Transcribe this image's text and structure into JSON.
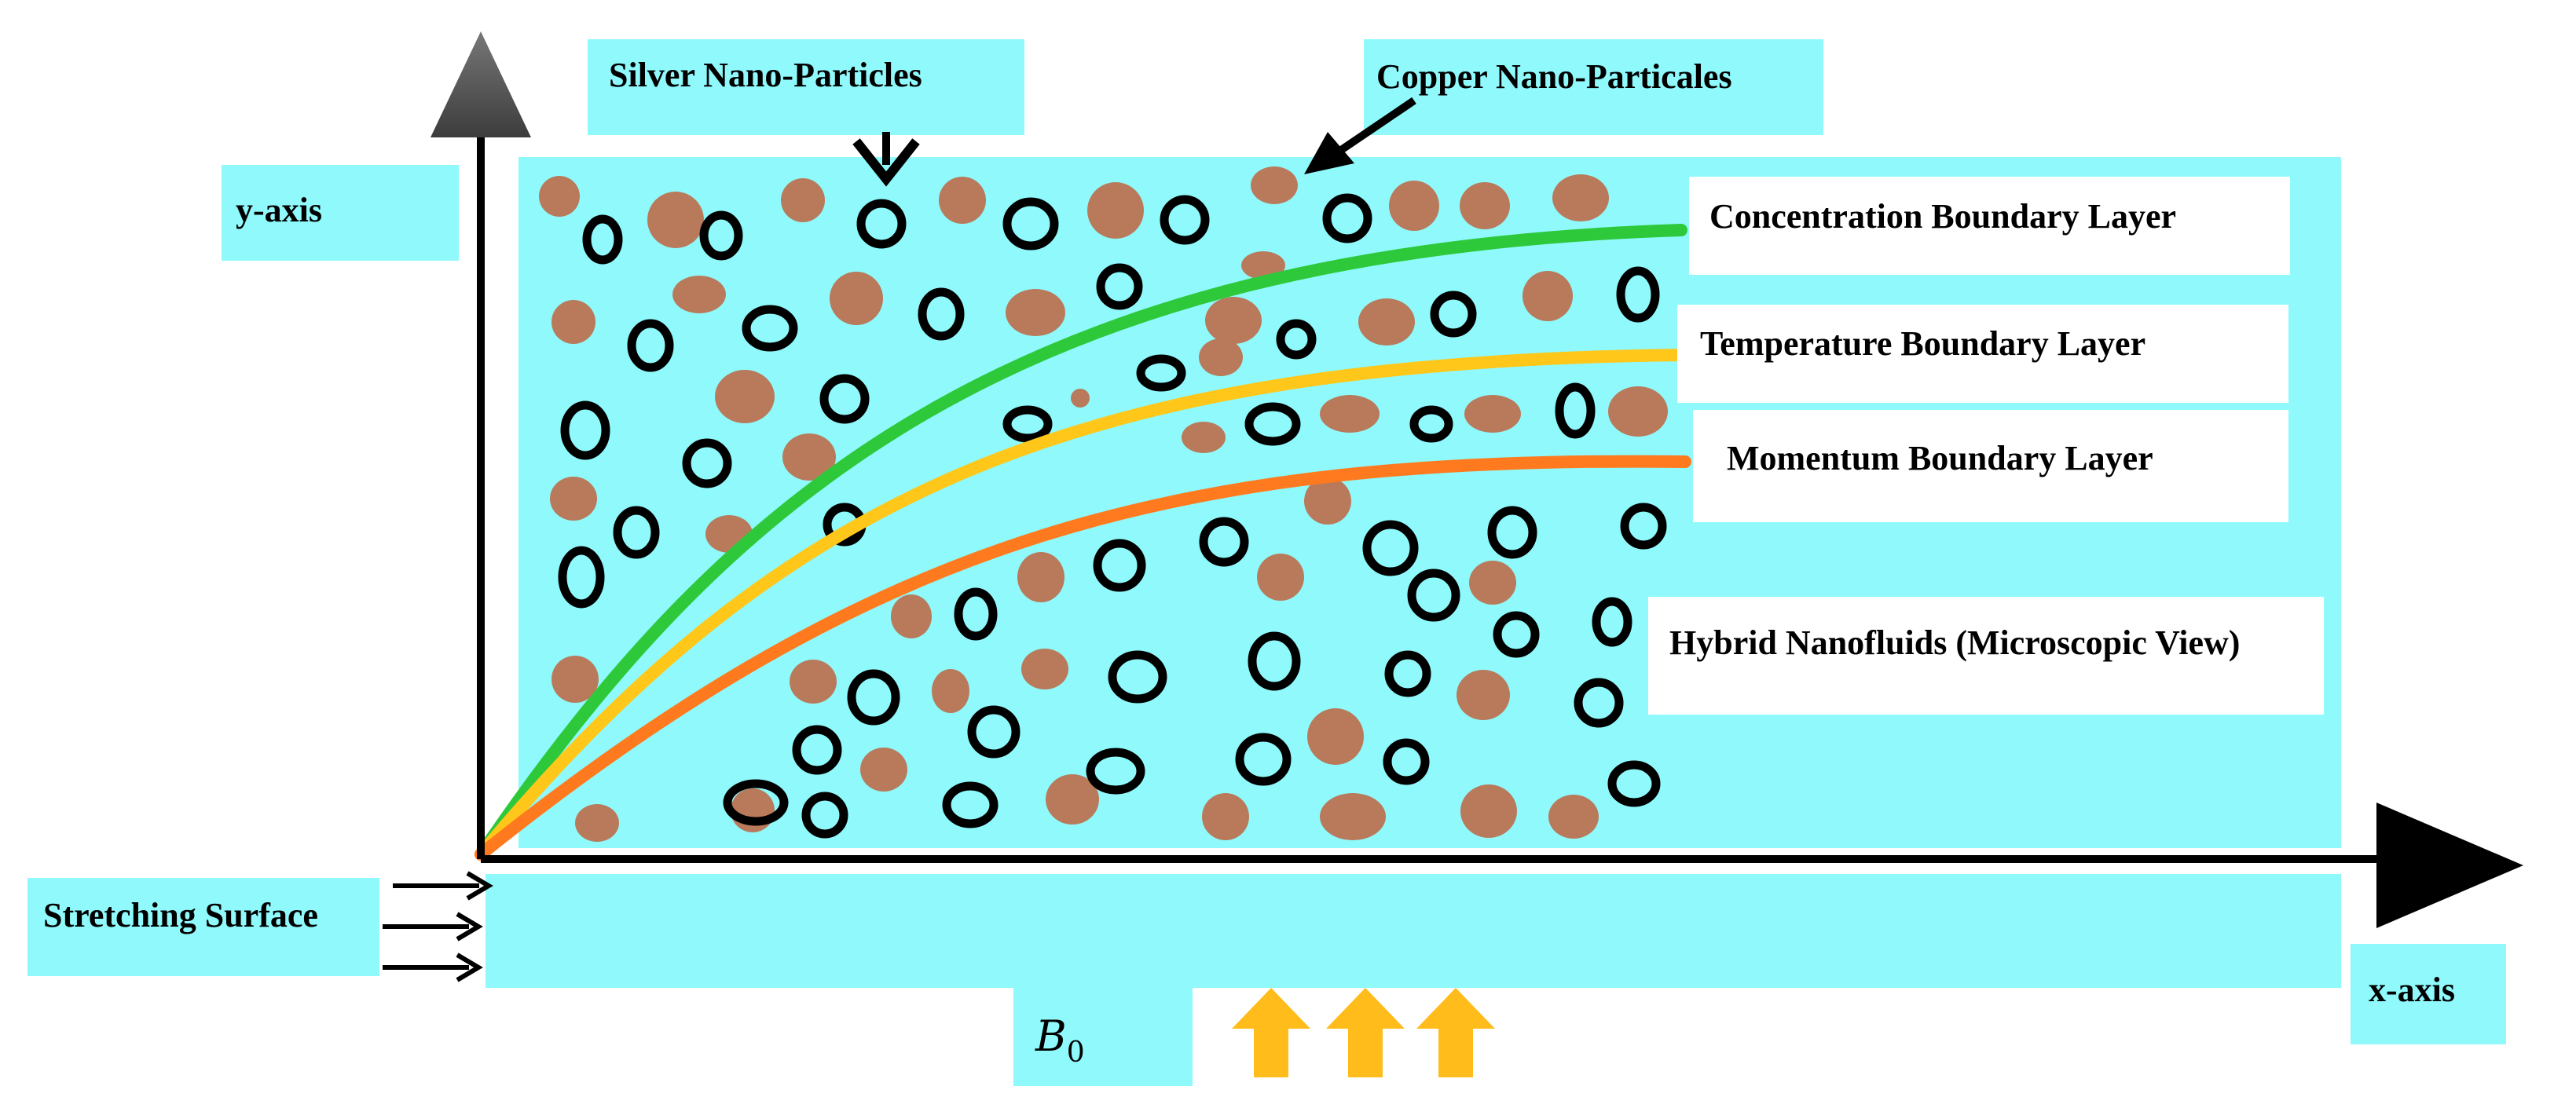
{
  "labels": {
    "y_axis": "y-axis",
    "x_axis": "x-axis",
    "silver": "Silver Nano-Particles",
    "copper": "Copper Nano-Particales",
    "concentration": "Concentration Boundary Layer",
    "temperature": "Temperature Boundary Layer",
    "momentum": "Momentum Boundary Layer",
    "hybrid": "Hybrid Nanofluids (Microscopic View)",
    "stretching": "Stretching Surface",
    "field_symbol": "B",
    "field_subscript": "0"
  },
  "colors": {
    "fluid": "#8ff9fb",
    "label_box": "#8ff9fb",
    "axis": "#000000",
    "silver_particle": "#000000",
    "copper_particle": "#b97a5b",
    "concentration_layer": "#2ec93a",
    "temperature_layer": "#ffc71a",
    "momentum_layer": "#ff7a1e",
    "magnetic_arrow": "#ffbc1a"
  },
  "legend_note": "three magnetic-field arrows pointing up beneath the surface"
}
